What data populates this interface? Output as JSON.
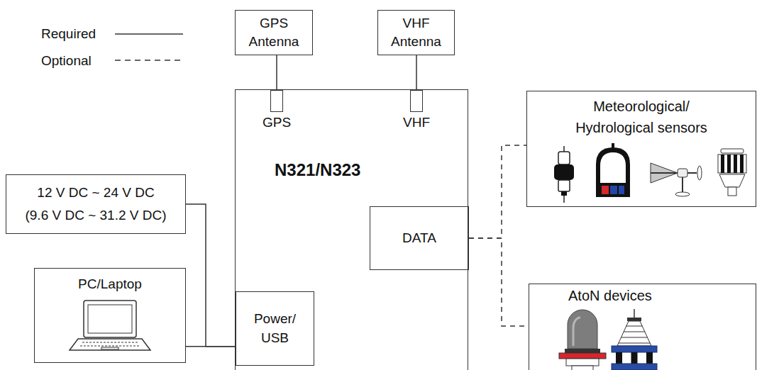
{
  "diagram": {
    "nodes": [
      {
        "text": [
          "GPS Antenna"
        ]
      },
      {
        "text": [
          "VHF Antenna"
        ]
      },
      {
        "text": [
          "N321/N323"
        ]
      },
      {
        "text": [
          "GPS"
        ],
        "in": 2
      },
      {
        "text": [
          "VHF"
        ],
        "in": 2
      },
      {
        "text": [
          "DATA"
        ],
        "in": 2
      },
      {
        "text": [
          "Power/ USB"
        ],
        "in": 2
      },
      {
        "text": [
          "12 V DC ~ 24 V DC",
          "(9.6 V DC ~ 31.2 V DC)"
        ]
      },
      {
        "text": [
          "PC/Laptop"
        ]
      },
      {
        "text": [
          "Meteorological/ Hydrological sensors"
        ]
      },
      {
        "text": [
          "AtoN devices"
        ]
      }
    ],
    "edges": [
      {
        "from": 0,
        "to": 3,
        "arrow": "none"
      },
      {
        "from": 1,
        "to": 4,
        "arrow": "none"
      },
      {
        "from": 7,
        "to": 6,
        "arrow": "none"
      },
      {
        "from": 8,
        "to": 6,
        "arrow": "none"
      },
      {
        "from": 5,
        "to": 9,
        "arrow": "none"
      },
      {
        "from": 5,
        "to": 10,
        "arrow": "none"
      }
    ],
    "legend": [
      {
        "text": "Required"
      },
      {
        "text": "Optional"
      }
    ]
  }
}
